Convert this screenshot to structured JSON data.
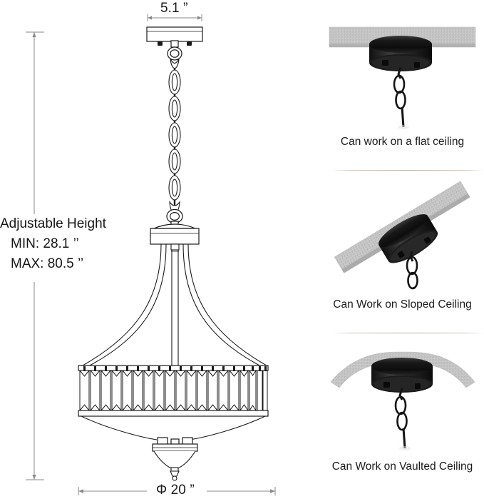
{
  "product": {
    "type": "crystal drum chandelier dimension diagram"
  },
  "dimensions": {
    "canopy_width_label": "5.1 ”",
    "canopy_width_value": 5.1,
    "canopy_width_unit": "inch",
    "diameter_label": "Φ 20 ”",
    "diameter_value": 20,
    "diameter_unit": "inch"
  },
  "adjustable_height": {
    "title": "Adjustable Height",
    "min_label": "MIN:  28.1 ’’",
    "max_label": "MAX: 80.5 ’’",
    "min_value": 28.1,
    "max_value": 80.5,
    "unit": "inch"
  },
  "ceiling_options": [
    {
      "caption": "Can work on a flat ceiling",
      "type": "flat"
    },
    {
      "caption": "Can Work on Sloped Ceiling",
      "type": "sloped"
    },
    {
      "caption": "Can Work on Vaulted Ceiling",
      "type": "vaulted"
    }
  ],
  "colors": {
    "line": "#1a1a1a",
    "dimension_line": "#8a8a8a",
    "text": "#1a1a1a",
    "canopy_black": "#161616",
    "ceiling_gray": "#c8c8c8",
    "ceiling_gray_dark": "#9a9a9a",
    "divider": "#b9b1a4",
    "background": "#ffffff"
  },
  "icons": {
    "top_dimension": "horizontal-dimension-arrow",
    "bottom_dimension": "horizontal-dimension-arrow",
    "height_dimension": "vertical-dimension-arrow"
  }
}
